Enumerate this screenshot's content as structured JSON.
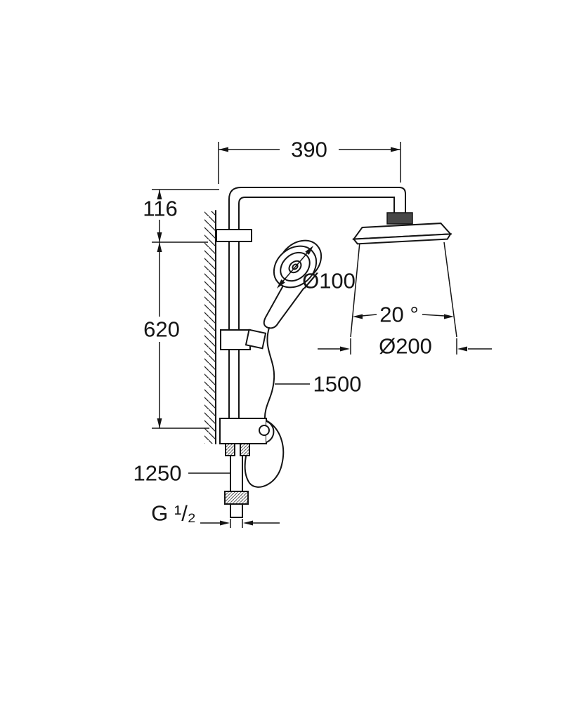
{
  "diagram": {
    "kind": "technical-dimension-drawing",
    "labels": {
      "width_top": "390",
      "height_upper": "116",
      "height_lower": "620",
      "hand_shower_diameter": "Ø100",
      "spray_angle": "20 °",
      "head_shower_diameter": "Ø200",
      "hose_length": "1500",
      "supply_height": "1250",
      "thread_size": "G ¹/₂"
    },
    "colors": {
      "line": "#141414",
      "background": "#ffffff",
      "fitting_fill": "#474747"
    }
  }
}
